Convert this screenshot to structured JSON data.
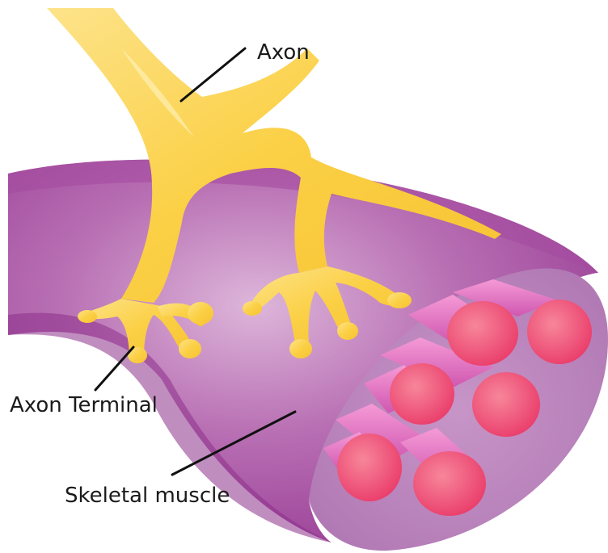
{
  "labels": {
    "axon": "Axon",
    "axon_terminal": "Axon Terminal",
    "skeletal_muscle": "Skeletal muscle"
  },
  "colors": {
    "muscle_dark": "#9b3b96",
    "muscle_mid": "#b45aae",
    "muscle_light": "#d8aed6",
    "muscle_end": "#c28fc4",
    "axon_yellow": "#fbd045",
    "axon_light": "#fde79a",
    "fiber_pink": "#e079c2",
    "fiber_end": "#ef4f77",
    "fiber_end_light": "#f5788f"
  }
}
